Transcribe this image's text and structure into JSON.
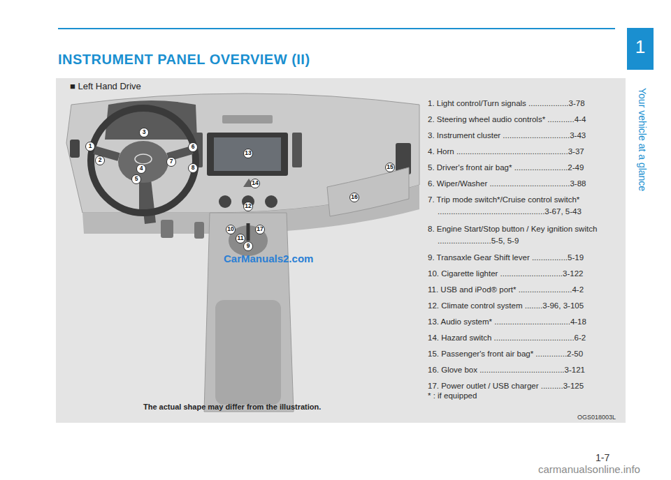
{
  "diagram": {
    "title": "INSTRUMENT PANEL OVERVIEW (II)",
    "caption": "The actual shape may differ from the illustration.",
    "nodes": [
      {
        "text": [
          "■ Left Hand Drive"
        ]
      },
      {
        "text": [
          "1"
        ]
      }
    ],
    "labels": [
      "1. Light control/Turn signals ..................3-78",
      "2. Steering wheel audio controls* ............4-4",
      "3. Instrument cluster ..............................3-43",
      "4. Horn ..................................................3-37",
      "5. Driver's front air bag* ........................2-49",
      "6. Wiper/Washer ....................................3-88",
      "7. Trip mode switch*/Cruise control switch* ................................................3-67, 5-43",
      "8. Engine Start/Stop button / Key ignition switch ........................5-5, 5-9",
      "9. Transaxle Gear Shift lever ................5-19",
      "10. Cigarette lighter ............................3-122",
      "11. USB and iPod® port* ........................4-2",
      "12. Climate control system ........3-96, 3-105",
      "13. Audio system* ..................................4-18",
      "14. Hazard switch ....................................6-2",
      "15. Passenger's front air bag* ..............2-50",
      "16. Glove box ......................................3-121",
      "17. Power outlet / USB charger ..........3-125",
      "* : if equipped",
      "OGS018003L",
      "1",
      "2",
      "3",
      "4",
      "5",
      "6",
      "7",
      "8",
      "9",
      "10",
      "11",
      "12",
      "13",
      "14",
      "15",
      "16",
      "17",
      "Your vehicle at a glance",
      "1-7",
      "CarManuals2.com",
      "carmanualsonline.info"
    ]
  }
}
